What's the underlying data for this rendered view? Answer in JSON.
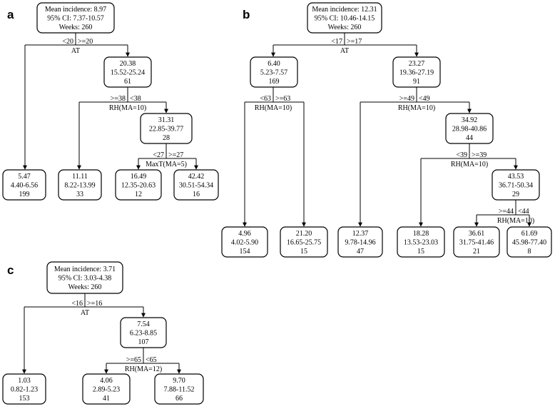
{
  "panels": {
    "a": {
      "label": "a",
      "root": [
        "Mean incidence: 8.97",
        "95% CI: 7.37-10.57",
        "Weeks: 260"
      ],
      "splits": [
        {
          "var": "AT",
          "left": "<20",
          "right": ">=20"
        },
        {
          "var": "RH(MA=10)",
          "left": ">=38",
          "right": "<38"
        },
        {
          "var": "MaxT(MA=5)",
          "left": "<27",
          "right": ">=27"
        }
      ],
      "nodes": [
        [
          "20.38",
          "15.52-25.24",
          "61"
        ],
        [
          "31.31",
          "22.85-39.77",
          "28"
        ],
        [
          "5.47",
          "4.40-6.56",
          "199"
        ],
        [
          "11.11",
          "8.22-13.99",
          "33"
        ],
        [
          "16.49",
          "12.35-20.63",
          "12"
        ],
        [
          "42.42",
          "30.51-54.34",
          "16"
        ]
      ]
    },
    "b": {
      "label": "b",
      "root": [
        "Mean incidence: 12.31",
        "95% CI: 10.46-14.15",
        "Weeks: 260"
      ],
      "splits": [
        {
          "var": "AT",
          "left": "<17",
          "right": ">=17"
        },
        {
          "var": "RH(MA=10)",
          "left": "<63",
          "right": ">=63"
        },
        {
          "var": "RH(MA=10)",
          "left": ">=49",
          "right": "<49"
        },
        {
          "var": "RH(MA=10)",
          "left": "<39",
          "right": ">=39"
        },
        {
          "var": "RH(MA=10)",
          "left": ">=44",
          "right": "<44"
        }
      ],
      "nodes": [
        [
          "6.40",
          "5.23-7.57",
          "169"
        ],
        [
          "23.27",
          "19.36-27.19",
          "91"
        ],
        [
          "34.92",
          "28.98-40.86",
          "44"
        ],
        [
          "43.53",
          "36.71-50.34",
          "29"
        ],
        [
          "4.96",
          "4.02-5.90",
          "154"
        ],
        [
          "21.20",
          "16.65-25.75",
          "15"
        ],
        [
          "12.37",
          "9.78-14.96",
          "47"
        ],
        [
          "18.28",
          "13.53-23.03",
          "15"
        ],
        [
          "36.61",
          "31.75-41.46",
          "21"
        ],
        [
          "61.69",
          "45.98-77.40",
          "8"
        ]
      ]
    },
    "c": {
      "label": "c",
      "root": [
        "Mean incidence: 3.71",
        "95% CI: 3.03-4.38",
        "Weeks: 260"
      ],
      "splits": [
        {
          "var": "AT",
          "left": "<16",
          "right": ">=16"
        },
        {
          "var": "RH(MA=12)",
          "left": ">=65",
          "right": "<65"
        }
      ],
      "nodes": [
        [
          "7.54",
          "6.23-8.85",
          "107"
        ],
        [
          "1.03",
          "0.82-1.23",
          "153"
        ],
        [
          "4.06",
          "2.89-5.23",
          "41"
        ],
        [
          "9.70",
          "7.88-11.52",
          "66"
        ]
      ]
    }
  }
}
